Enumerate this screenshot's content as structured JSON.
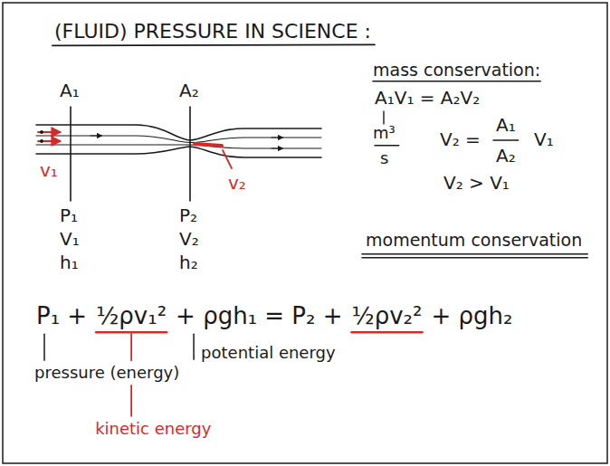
{
  "diagram": {
    "title": "(FLUID) PRESSURE IN SCIENCE :",
    "labels": [
      "A₁",
      "A₂",
      "v₁",
      "v₂",
      "P₁",
      "V₁",
      "h₁",
      "P₂",
      "V₂",
      "h₂",
      "mass conservation:",
      "A₁V₁ = A₂V₂",
      "m³",
      "s",
      "V₂ =",
      "A₁",
      "A₂",
      "V₁",
      "V₂ > V₁",
      "momentum conservation",
      "P₁ +",
      "½ρv₁²",
      "+ ρgh₁ = P₂ +",
      "½ρv₂²",
      "+ ρgh₂",
      "pressure (energy)",
      "potential energy",
      "kinetic energy"
    ]
  }
}
